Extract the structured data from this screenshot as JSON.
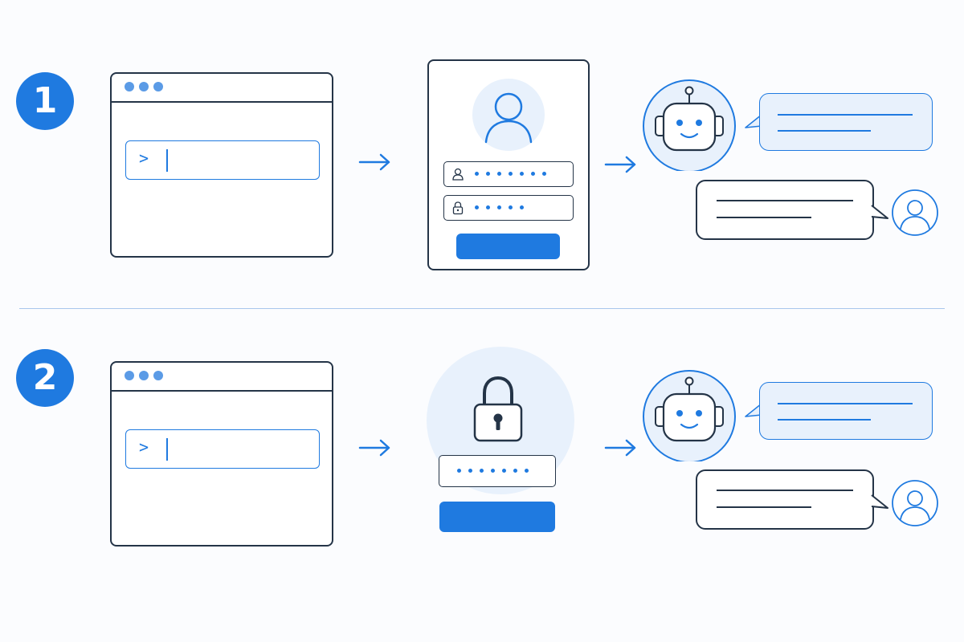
{
  "colors": {
    "accent": "#1f7ae0",
    "dark": "#243447",
    "light_fill": "#e8f1fc",
    "dot_fill": "#5b9be6",
    "divider": "#a9c6ec",
    "background": "#fbfcfe"
  },
  "steps": [
    {
      "number": "1",
      "prompt_symbol": ">",
      "auth": {
        "kind": "login-form",
        "icons": [
          "user-avatar-icon",
          "user-icon",
          "lock-icon"
        ],
        "username_dots": 7,
        "password_dots": 5,
        "button_label": ""
      },
      "chat": {
        "bot_icon": "robot-icon",
        "user_icon": "user-icon"
      }
    },
    {
      "number": "2",
      "prompt_symbol": ">",
      "auth": {
        "kind": "password-unlock",
        "icons": [
          "padlock-icon"
        ],
        "password_dots": 7,
        "button_label": ""
      },
      "chat": {
        "bot_icon": "robot-icon",
        "user_icon": "user-icon"
      }
    }
  ]
}
